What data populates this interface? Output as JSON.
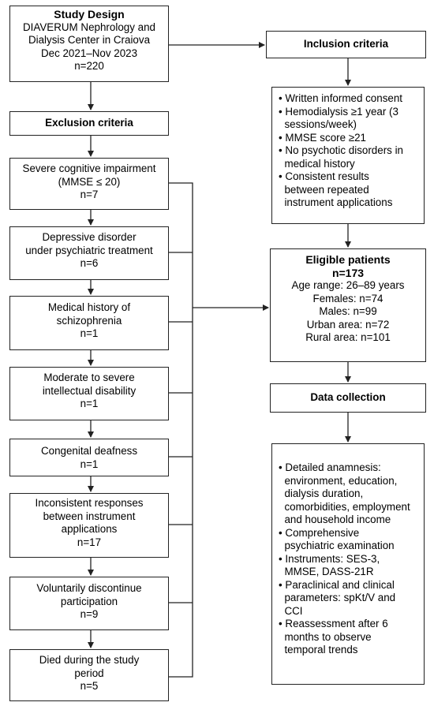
{
  "study_design": {
    "title": "Study Design",
    "lines": [
      "DIAVERUM Nephrology and",
      "Dialysis Center in Craiova",
      "Dec 2021–Nov 2023",
      "n=220"
    ]
  },
  "exclusion": {
    "header": "Exclusion criteria",
    "items": [
      {
        "lines": [
          "Severe cognitive impairment",
          "(MMSE ≤ 20)",
          "n=7"
        ]
      },
      {
        "lines": [
          "Depressive disorder",
          "under psychiatric treatment",
          "n=6"
        ]
      },
      {
        "lines": [
          "Medical history of",
          "schizophrenia",
          "n=1"
        ]
      },
      {
        "lines": [
          "Moderate to severe",
          "intellectual disability",
          "n=1"
        ]
      },
      {
        "lines": [
          "Congenital deafness",
          "n=1"
        ]
      },
      {
        "lines": [
          "Inconsistent responses",
          "between instrument",
          "applications",
          "n=17"
        ]
      },
      {
        "lines": [
          "Voluntarily discontinue",
          "participation",
          "n=9"
        ]
      },
      {
        "lines": [
          "Died during the study",
          "period",
          "n=5"
        ]
      }
    ]
  },
  "inclusion": {
    "header": "Inclusion criteria",
    "lines": [
      "• Written informed consent",
      "• Hemodialysis ≥1 year (3",
      "  sessions/week)",
      "• MMSE score ≥21",
      "• No psychotic disorders in",
      "  medical history",
      "• Consistent results",
      "  between repeated",
      "  instrument applications"
    ]
  },
  "eligible": {
    "title": "Eligible patients",
    "count": "n=173",
    "lines": [
      "Age range: 26–89 years",
      "Females: n=74",
      "Males: n=99",
      "Urban area: n=72",
      "Rural area: n=101"
    ]
  },
  "data_collection": {
    "header": "Data collection",
    "lines": [
      "• Detailed anamnesis:",
      "  environment, education,",
      "  dialysis duration,",
      "  comorbidities, employment",
      "  and household income",
      "• Comprehensive",
      "  psychiatric examination",
      "• Instruments: SES-3,",
      "  MMSE, DASS-21R",
      "• Paraclinical and clinical",
      "  parameters: spKt/V and",
      "  CCI",
      "• Reassessment after 6",
      "  months to observe",
      "  temporal trends"
    ]
  },
  "colors": {
    "border": "#222222",
    "arrow": "#222222",
    "background": "#ffffff"
  }
}
